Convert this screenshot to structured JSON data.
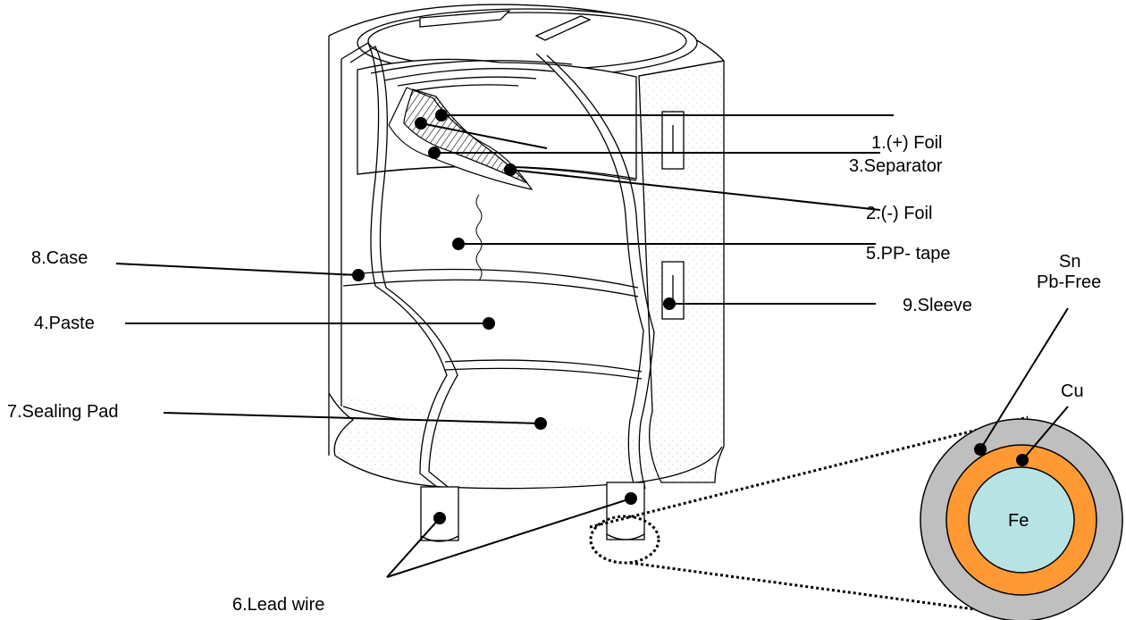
{
  "labels": {
    "plus_foil": "1.(+) Foil",
    "separator": "3.Separator",
    "minus_foil": "2.(-) Foil",
    "pp_tape": "5.PP- tape",
    "sleeve": "9.Sleeve",
    "case": "8.Case",
    "paste": "4.Paste",
    "sealing_pad": "7.Sealing Pad",
    "lead_wire": "6.Lead wire",
    "sn": "Sn",
    "pb_free": "Pb-Free",
    "cu": "Cu",
    "fe": "Fe"
  },
  "colors": {
    "outline": "#000000",
    "sn_layer": "#bfbfbf",
    "cu_layer": "#ff9933",
    "fe_core": "#b7e3e4",
    "body_fill": "#ffffff"
  }
}
